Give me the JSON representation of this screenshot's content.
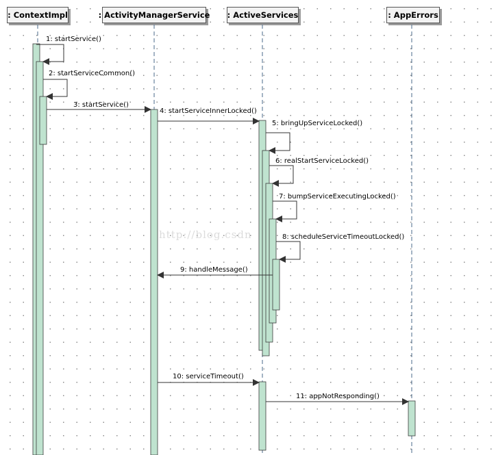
{
  "participants": [
    {
      "id": "context_impl",
      "label": ": ContextImpl"
    },
    {
      "id": "ams",
      "label": ": ActivityManagerService"
    },
    {
      "id": "active_services",
      "label": ": ActiveServices"
    },
    {
      "id": "app_errors",
      "label": ": AppErrors"
    }
  ],
  "messages": [
    {
      "label": "1: startService()"
    },
    {
      "label": "2: startServiceCommon()"
    },
    {
      "label": "3: startService()"
    },
    {
      "label": "4: startServiceInnerLocked()"
    },
    {
      "label": "5: bringUpServiceLocked()"
    },
    {
      "label": "6: realStartServiceLocked()"
    },
    {
      "label": "7: bumpServiceExecutingLocked()"
    },
    {
      "label": "8: scheduleServiceTimeoutLocked()"
    },
    {
      "label": "9: handleMessage()"
    },
    {
      "label": "10: serviceTimeout()"
    },
    {
      "label": "11: appNotResponding()"
    }
  ],
  "watermark": "http://blog.csdn",
  "colors": {
    "activation": "#bfe3cf",
    "line": "#333333"
  }
}
